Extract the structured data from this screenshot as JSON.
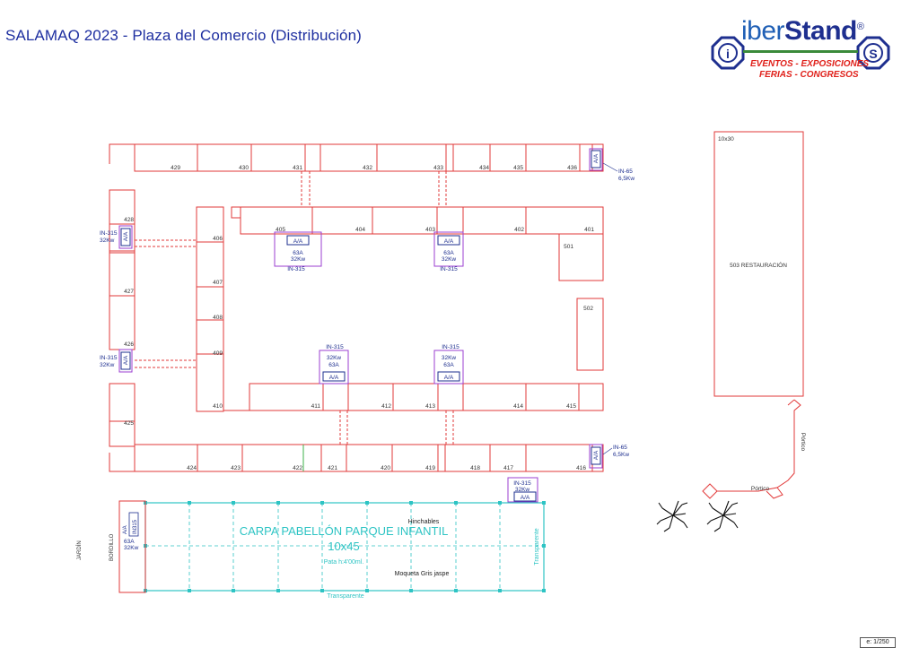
{
  "title": "SALAMAQ 2023 - Plaza del Comercio (Distribución)",
  "logo": {
    "brand_light": "iber",
    "brand_bold": "Stand",
    "mark": "®",
    "line1": "EVENTOS - EXPOSICIONES",
    "line2": "FERIAS - CONGRESOS",
    "colors": {
      "blue": "#1e2f8f",
      "red": "#e0201a",
      "green": "#3a8a3a"
    }
  },
  "stands_top": [
    "429",
    "430",
    "431",
    "432",
    "433",
    "434",
    "435",
    "436"
  ],
  "stands_inner_top": [
    "405",
    "404",
    "403",
    "402",
    "401"
  ],
  "stands_inner_left": [
    "406",
    "407",
    "408",
    "409",
    "410"
  ],
  "stands_left": [
    "428",
    "427",
    "426",
    "425"
  ],
  "stands_inner_bottom": [
    "411",
    "412",
    "413",
    "414",
    "415"
  ],
  "stands_bottom": [
    "424",
    "423",
    "422",
    "421",
    "420",
    "419",
    "418",
    "417",
    "416"
  ],
  "stands_right": [
    "501",
    "502"
  ],
  "restaurant": {
    "size": "10x30",
    "label": "503 RESTAURACIÓN"
  },
  "aa": "A/A",
  "power": {
    "in65": "IN-65",
    "kw65": "6,5Kw",
    "in315": "IN-315",
    "kw32": "32Kw",
    "a63": "63A",
    "in315_box": "IN315"
  },
  "portico": "Pórtico",
  "carpa": {
    "title": "CARPA PABELLÓN PARQUE INFANTIL",
    "size": "10x45",
    "pata": "Pata h:4'00ml.",
    "hinchables": "Hinchables",
    "moqueta": "Moqueta Gris jaspe",
    "transparente": "Transparente",
    "bordillo": "BORDILLO",
    "jardin": "JARDÍN"
  },
  "scale": "e: 1/250"
}
